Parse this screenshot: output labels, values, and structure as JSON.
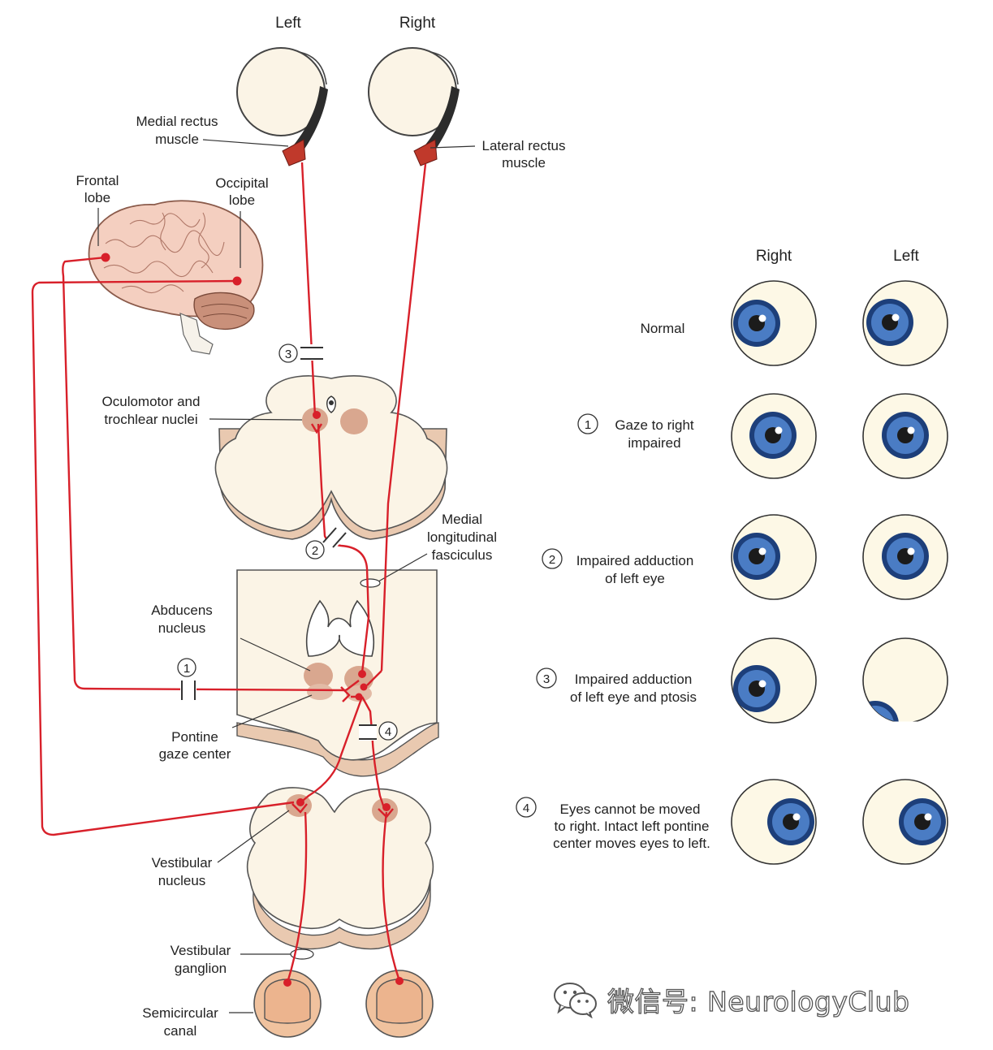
{
  "eyes_top": {
    "left": "Left",
    "right": "Right"
  },
  "labels": {
    "medial_rectus": [
      "Medial rectus",
      "muscle"
    ],
    "lateral_rectus": [
      "Lateral rectus",
      "muscle"
    ],
    "frontal": [
      "Frontal",
      "lobe"
    ],
    "occipital": [
      "Occipital",
      "lobe"
    ],
    "oculomotor": [
      "Oculomotor and",
      "trochlear nuclei"
    ],
    "mlf": [
      "Medial",
      "longitudinal",
      "fasciculus"
    ],
    "abducens": [
      "Abducens",
      "nucleus"
    ],
    "pontine": [
      "Pontine",
      "gaze center"
    ],
    "vestibular_nucleus": [
      "Vestibular",
      "nucleus"
    ],
    "vestibular_ganglion": [
      "Vestibular",
      "ganglion"
    ],
    "semicircular": [
      "Semicircular",
      "canal"
    ]
  },
  "lesion_numbers": [
    "1",
    "2",
    "3",
    "4"
  ],
  "panel": {
    "col_right": "Right",
    "col_left": "Left",
    "rows": [
      {
        "num": "",
        "lines": [
          "Normal"
        ]
      },
      {
        "num": "1",
        "lines": [
          "Gaze to right",
          "impaired"
        ]
      },
      {
        "num": "2",
        "lines": [
          "Impaired adduction",
          "of left eye"
        ]
      },
      {
        "num": "3",
        "lines": [
          "Impaired adduction",
          "of left eye and ptosis"
        ]
      },
      {
        "num": "4",
        "lines": [
          "Eyes cannot be moved",
          "to right.  Intact left pontine",
          "center moves eyes to left."
        ]
      }
    ]
  },
  "watermark": "微信号: NeurologyClub",
  "colors": {
    "pathway": "#d8202a",
    "tissue": "#fbf4e6",
    "tissue_edge": "#555555",
    "tissue_shadow": "#e9c9b0",
    "nucleus": "#d9a78f",
    "brain": "#f4cfc0",
    "cerebellum": "#c9907a",
    "muscle": "#c0392b",
    "iris": "#4a7cc4",
    "iris_ring": "#1d3f7a",
    "sclera": "#fdf8e6",
    "canal": "#f0c29e"
  }
}
